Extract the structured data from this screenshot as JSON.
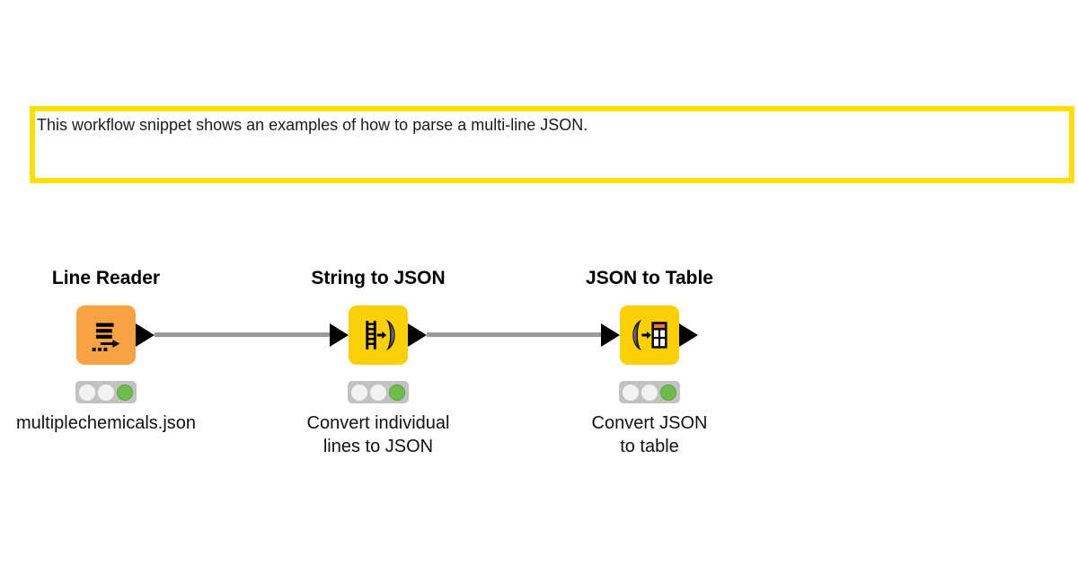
{
  "annotation": {
    "text": "This workflow snippet shows an examples of how to parse a multi-line JSON.",
    "border_color": "#FFDE00"
  },
  "workflow": {
    "nodes": [
      {
        "title": "Line Reader",
        "label": "multiplechemicals.json",
        "icon": "line-reader-icon",
        "node_color": "#F8A343",
        "status": "executed",
        "traffic_light": {
          "red": "off",
          "yellow": "off",
          "green": "on"
        },
        "ports": {
          "input": false,
          "output": true
        }
      },
      {
        "title": "String to JSON",
        "label": "Convert individual\nlines to JSON",
        "icon": "string-to-json-icon",
        "node_color": "#FCD006",
        "status": "executed",
        "traffic_light": {
          "red": "off",
          "yellow": "off",
          "green": "on"
        },
        "ports": {
          "input": true,
          "output": true
        }
      },
      {
        "title": "JSON to Table",
        "label": "Convert JSON\nto table",
        "icon": "json-to-table-icon",
        "node_color": "#FCD006",
        "status": "executed",
        "traffic_light": {
          "red": "off",
          "yellow": "off",
          "green": "on"
        },
        "ports": {
          "input": true,
          "output": true
        }
      }
    ],
    "connections": [
      {
        "from": "Line Reader",
        "to": "String to JSON"
      },
      {
        "from": "String to JSON",
        "to": "JSON to Table"
      }
    ],
    "colors": {
      "connection_gray": "#999999",
      "port_black": "#000000",
      "traffic_light_background": "#C2C2C2",
      "traffic_light_off": "#F2F2F2",
      "traffic_light_green": "#6CBE4B",
      "table_icon_header_orange": "#E87A30"
    }
  }
}
